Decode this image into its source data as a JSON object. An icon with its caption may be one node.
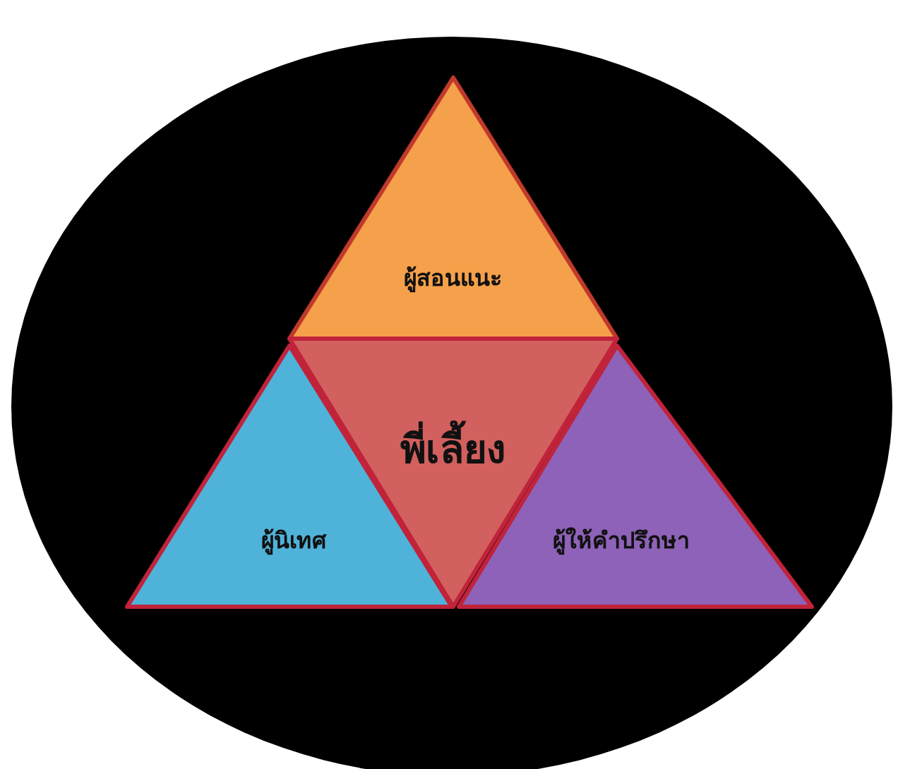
{
  "diagram": {
    "nodes": [
      {
        "text": [
          "ผู้สอนแนะ"
        ]
      },
      {
        "text": [
          "พี่เลี้ยง"
        ]
      },
      {
        "text": [
          "ผู้นิเทศ"
        ]
      },
      {
        "text": [
          "ผู้ให้คำปรึกษา"
        ]
      }
    ]
  }
}
